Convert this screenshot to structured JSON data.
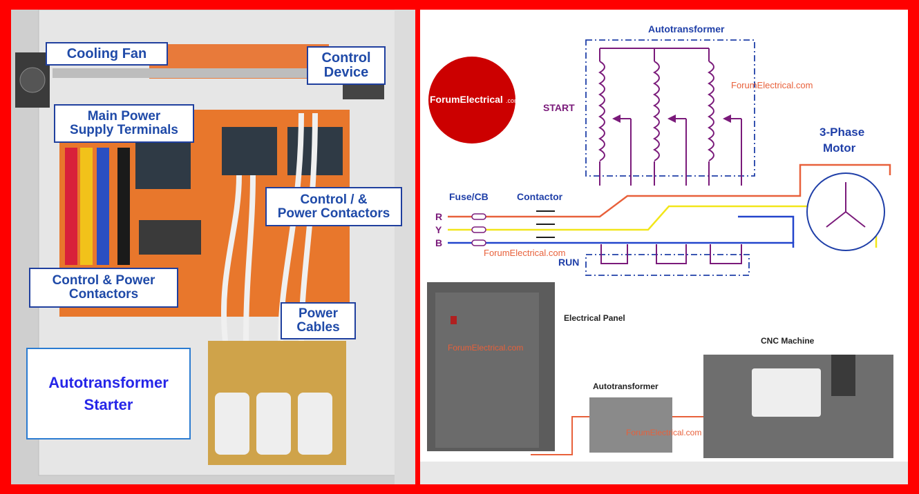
{
  "left_labels": {
    "cooling_fan": "Cooling Fan",
    "control_device_1": "Control",
    "control_device_2": "Device",
    "main_power_1": "Main Power",
    "main_power_2": "Supply Terminals",
    "control_power_contactors_top_1": "Control / &",
    "control_power_contactors_top_2": "Power Contactors",
    "control_power_contactors_bottom_1": "Control & Power",
    "control_power_contactors_bottom_2": "Contactors",
    "power_cables_1": "Power",
    "power_cables_2": "Cables",
    "title_1": "Autotransformer",
    "title_2": "Starter"
  },
  "diagram": {
    "logo_text": "ForumElectrical",
    "logo_suffix": ".com",
    "autotransformer_label": "Autotransformer",
    "start_label": "START",
    "run_label": "RUN",
    "fuse_label": "Fuse/CB",
    "contactor_label": "Contactor",
    "motor_label_1": "3-Phase",
    "motor_label_2": "Motor",
    "phase_r": "R",
    "phase_y": "Y",
    "phase_b": "B",
    "watermark": "ForumElectrical.com",
    "colors": {
      "r": "#e8603a",
      "y": "#f2e619",
      "b": "#2244cc",
      "coil": "#7a1a7a",
      "frame": "#1f3fa8"
    }
  },
  "illustration": {
    "electrical_panel": "Electrical Panel",
    "autotransformer": "Autotransformer",
    "cnc_machine": "CNC Machine",
    "watermark": "ForumElectrical.com"
  }
}
